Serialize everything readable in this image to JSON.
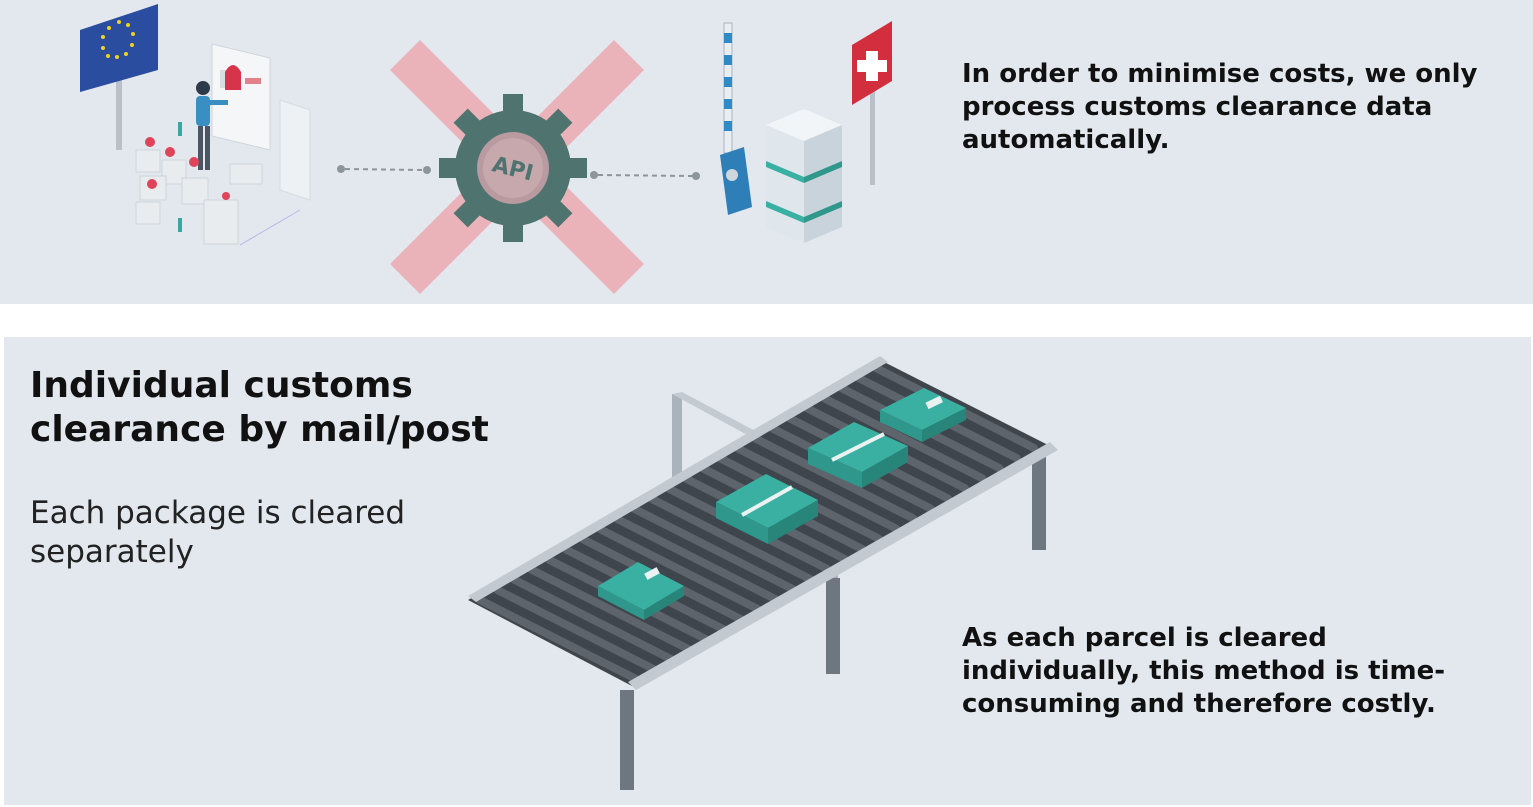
{
  "top_panel": {
    "note": "In order to minimise costs, we only process customs clearance data automatically.",
    "api_label": "API"
  },
  "bottom_panel": {
    "title": "Individual customs clearance by mail/post",
    "description": "Each package is cleared separately",
    "note": "As each parcel is cleared individually, this method is time-consuming and therefore costly."
  },
  "colors": {
    "panel_bg": "#e2e8ee",
    "cross": "#eab3ba",
    "gear": "#4f7470",
    "parcel": "#3ab0a2",
    "eu_flag": "#2a4da0",
    "swiss_flag": "#d32e3e",
    "barrier": "#2e8bc6"
  },
  "icons": [
    "eu-flag-icon",
    "online-shop-icon",
    "api-gear-icon",
    "cross-icon",
    "border-barrier-icon",
    "customs-booth-icon",
    "swiss-flag-icon",
    "conveyor-belt-icon",
    "parcel-icon"
  ]
}
